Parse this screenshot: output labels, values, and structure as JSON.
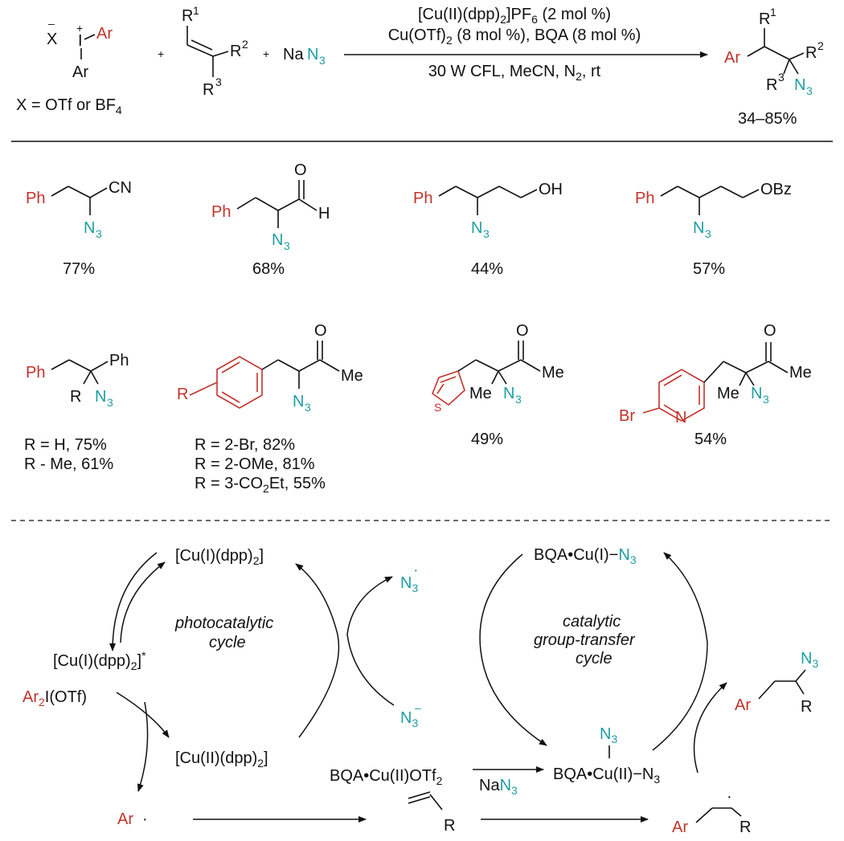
{
  "colors": {
    "aryl": "#c2332b",
    "azide": "#1f9ea3",
    "text": "#111111"
  },
  "scheme": {
    "salt_anion": "X",
    "salt_minus": "–",
    "salt_I": "I",
    "salt_plus": "+",
    "salt_ar_top": "Ar",
    "salt_ar_bottom": "Ar",
    "x_def_a": "X = OTf or BF",
    "x_def_b": "4",
    "plus": "+",
    "alkene_r1": "R",
    "alkene_r1_sup": "1",
    "alkene_r2": "R",
    "alkene_r2_sup": "2",
    "alkene_r3": "R",
    "alkene_r3_sup": "3",
    "na": "Na",
    "n3": "N",
    "n3_sub": "3",
    "cond1_a": "[Cu(II)(dpp)",
    "cond1_b": "2",
    "cond1_c": "]PF",
    "cond1_d": "6",
    "cond1_e": " (2 mol %)",
    "cond2_a": "Cu(OTf)",
    "cond2_b": "2",
    "cond2_c": " (8 mol %), BQA (8 mol %)",
    "cond3_a": "30 W CFL, MeCN, N",
    "cond3_b": "2",
    "cond3_c": ", rt",
    "prod_ar": "Ar",
    "prod_r1": "R",
    "prod_r1_sup": "1",
    "prod_r2": "R",
    "prod_r2_sup": "2",
    "prod_r3": "R",
    "prod_r3_sup": "3",
    "yield_range": "34–85%"
  },
  "examples": {
    "ph": "Ph",
    "cn": "CN",
    "o": "O",
    "h": "H",
    "oh": "OH",
    "obz": "OBz",
    "me": "Me",
    "s": "S",
    "n": "N",
    "br": "Br",
    "r": "R",
    "y1": "77%",
    "y2": "68%",
    "y3": "44%",
    "y4": "57%",
    "y5a": "R = H, 75%",
    "y5b": "R - Me, 61%",
    "y6a": "R = 2-Br, 82%",
    "y6b": "R = 2-OMe, 81%",
    "y6c_a": "R = 3-CO",
    "y6c_b": "2",
    "y6c_c": "Et, 55%",
    "y7": "49%",
    "y8": "54%"
  },
  "mechanism": {
    "cu1_a": "[Cu(I)(dpp)",
    "cu1_b": "2",
    "cu1_c": "]",
    "cu1star_a": "[Cu(I)(dpp)",
    "cu1star_b": "2",
    "cu1star_c": "]",
    "star": "*",
    "cu2_a": "[Cu(II)(dpp)",
    "cu2_b": "2",
    "cu2_c": "]",
    "photo1": "photocatalytic",
    "photo2": "cycle",
    "ar2": "Ar",
    "ar2_sub": "2",
    "ar2_rest": "I(OTf)",
    "ar_rad": "Ar",
    "dot": "·",
    "n3rad": "N",
    "n3rad_sub": "3",
    "n3anion": "N",
    "n3anion_sub": "3",
    "minus": "–",
    "bqa_cu1": "BQA•Cu(I)−",
    "bqa_n3": "N",
    "bqa_n3_sub": "3",
    "gt1": "catalytic",
    "gt2": "group-transfer",
    "gt3": "cycle",
    "bqa_cu2otf_a": "BQA•Cu(II)OTf",
    "bqa_cu2otf_b": "2",
    "na": "Na",
    "n3": "N",
    "n3_sub": "3",
    "bqa_cu2": "BQA•Cu(II)−N",
    "bqa_cu2_sub": "3",
    "top_n3": "N",
    "top_n3_sub": "3",
    "alk_r": "R",
    "rad_ar": "Ar",
    "rad_r": "R",
    "prod_ar": "Ar",
    "prod_r": "R",
    "prod_n3": "N",
    "prod_n3_sub": "3"
  }
}
